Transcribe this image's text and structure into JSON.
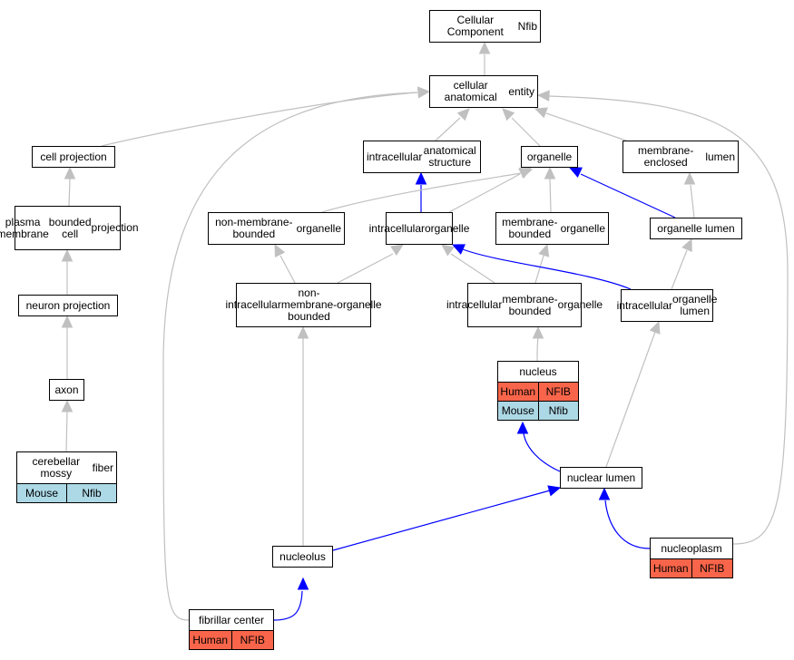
{
  "colors": {
    "grey_edge": "#c0c0c0",
    "blue_edge": "#0000ff",
    "human": "#f9654a",
    "mouse": "#add8e6"
  },
  "nodes": {
    "root": {
      "lines": [
        "Cellular Component",
        "Nfib"
      ]
    },
    "cae": {
      "lines": [
        "cellular anatomical",
        "entity"
      ]
    },
    "cellproj": {
      "lines": [
        "cell projection"
      ]
    },
    "ias": {
      "lines": [
        "intracellular",
        "anatomical structure"
      ]
    },
    "organelle": {
      "lines": [
        "organelle"
      ]
    },
    "mel": {
      "lines": [
        "membrane-enclosed",
        "lumen"
      ]
    },
    "pmbcp": {
      "lines": [
        "plasma membrane",
        "bounded cell",
        "projection"
      ]
    },
    "nmbo": {
      "lines": [
        "non-membrane-bounded",
        "organelle"
      ]
    },
    "io": {
      "lines": [
        "intracellular",
        "organelle"
      ]
    },
    "mbo": {
      "lines": [
        "membrane-bounded",
        "organelle"
      ]
    },
    "ol": {
      "lines": [
        "organelle lumen"
      ]
    },
    "neuronproj": {
      "lines": [
        "neuron projection"
      ]
    },
    "inmbo": {
      "lines": [
        "intracellular",
        "non-membrane-bounded",
        "organelle"
      ]
    },
    "imbo": {
      "lines": [
        "intracellular",
        "membrane-bounded",
        "organelle"
      ]
    },
    "iol": {
      "lines": [
        "intracellular",
        "organelle lumen"
      ]
    },
    "nucleus": {
      "lines": [
        "nucleus"
      ],
      "rows": [
        [
          "Human",
          "NFIB"
        ],
        [
          "Mouse",
          "Nfib"
        ]
      ]
    },
    "axon": {
      "lines": [
        "axon"
      ]
    },
    "cmf": {
      "lines": [
        "cerebellar mossy",
        "fiber"
      ],
      "rows": [
        [
          "Mouse",
          "Nfib"
        ]
      ]
    },
    "nuclum": {
      "lines": [
        "nuclear lumen"
      ]
    },
    "nucleolus": {
      "lines": [
        "nucleolus"
      ]
    },
    "nucleoplasm": {
      "lines": [
        "nucleoplasm"
      ],
      "rows": [
        [
          "Human",
          "NFIB"
        ]
      ]
    },
    "fibc": {
      "lines": [
        "fibrillar center"
      ],
      "rows": [
        [
          "Human",
          "NFIB"
        ]
      ]
    }
  }
}
